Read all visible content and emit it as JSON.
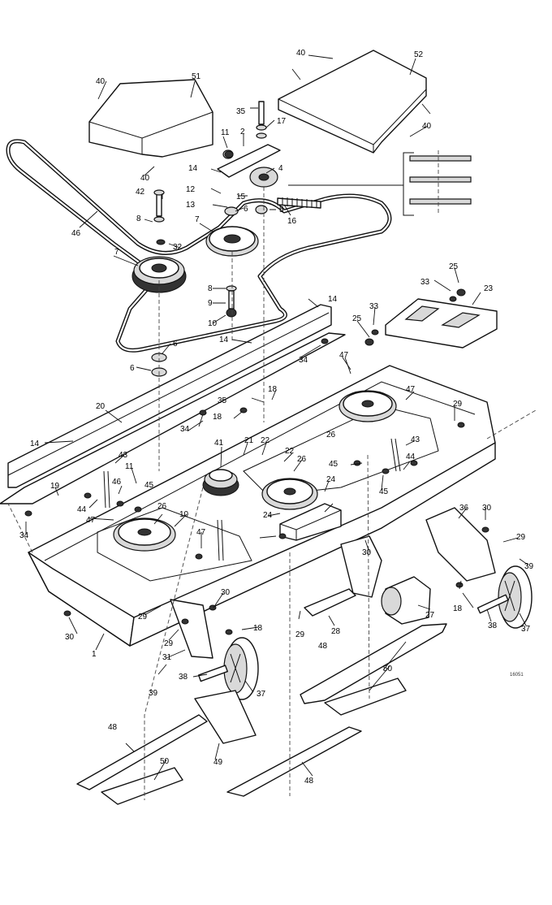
{
  "callouts": {
    "c1": "1",
    "c2": "2",
    "c4": "4",
    "c5": "5",
    "c6": "6",
    "c7": "7",
    "c8": "8",
    "c9": "9",
    "c10": "10",
    "c11": "11",
    "c12": "12",
    "c13": "13",
    "c14": "14",
    "c15": "15",
    "c16": "16",
    "c17": "17",
    "c18": "18",
    "c19": "19",
    "c20": "20",
    "c21": "21",
    "c22": "22",
    "c23": "23",
    "c24": "24",
    "c25": "25",
    "c26": "26",
    "c27": "27",
    "c28": "28",
    "c29": "29",
    "c30": "30",
    "c31": "31",
    "c32": "32",
    "c33": "33",
    "c34": "34",
    "c35": "35",
    "c36": "36",
    "c37": "37",
    "c38": "38",
    "c39": "39",
    "c40": "40",
    "c41": "41",
    "c42": "42",
    "c43": "43",
    "c44": "44",
    "c45": "45",
    "c46": "46",
    "c47": "47",
    "c48": "48",
    "c49": "49",
    "c50": "50",
    "c51": "51",
    "c52": "52"
  },
  "drawing_code": "16051"
}
